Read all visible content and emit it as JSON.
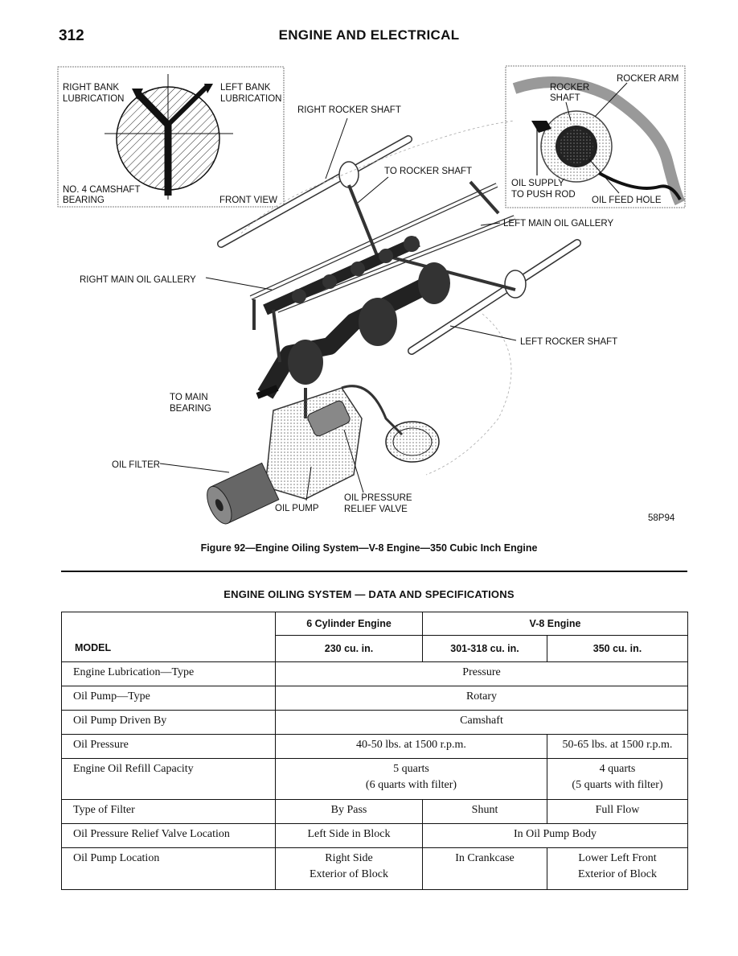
{
  "header": {
    "page_number": "312",
    "title": "ENGINE AND ELECTRICAL"
  },
  "figure": {
    "inset_left": {
      "right_bank": [
        "RIGHT BANK",
        "LUBRICATION"
      ],
      "left_bank": [
        "LEFT BANK",
        "LUBRICATION"
      ],
      "camshaft_bearing": [
        "NO. 4 CAMSHAFT",
        "BEARING"
      ],
      "front_view": "FRONT VIEW"
    },
    "inset_right": {
      "rocker_arm": "ROCKER ARM",
      "rocker_shaft": [
        "ROCKER",
        "SHAFT"
      ],
      "oil_supply": [
        "OIL SUPPLY",
        "TO PUSH ROD"
      ],
      "oil_feed_hole": "OIL FEED HOLE"
    },
    "callouts": {
      "right_rocker_shaft": "RIGHT ROCKER SHAFT",
      "to_rocker_shaft": "TO ROCKER SHAFT",
      "left_main_oil_gallery": "LEFT MAIN OIL GALLERY",
      "right_main_oil_gallery": "RIGHT MAIN OIL GALLERY",
      "left_rocker_shaft": "LEFT ROCKER SHAFT",
      "to_main_bearing": [
        "TO MAIN",
        "BEARING"
      ],
      "oil_filter": "OIL FILTER",
      "oil_pump": "OIL PUMP",
      "oil_pressure_relief_valve": [
        "OIL PRESSURE",
        "RELIEF VALVE"
      ]
    },
    "figure_id": "58P94",
    "caption": "Figure 92—Engine Oiling System—V-8 Engine—350 Cubic Inch Engine"
  },
  "table": {
    "title": "ENGINE OILING SYSTEM — DATA AND SPECIFICATIONS",
    "model_label": "MODEL",
    "six_cyl": "6 Cylinder Engine",
    "v8": "V-8 Engine",
    "displacements": [
      "230 cu. in.",
      "301-318 cu. in.",
      "350 cu. in."
    ],
    "rows": {
      "lubrication_type": {
        "label": "Engine Lubrication—Type",
        "value": "Pressure"
      },
      "pump_type": {
        "label": "Oil Pump—Type",
        "value": "Rotary"
      },
      "pump_driven_by": {
        "label": "Oil Pump Driven By",
        "value": "Camshaft"
      },
      "oil_pressure": {
        "label": "Oil Pressure",
        "a": "40-50 lbs. at 1500 r.p.m.",
        "b": "50-65 lbs. at 1500 r.p.m."
      },
      "refill_capacity": {
        "label": "Engine Oil Refill Capacity",
        "a1": "5 quarts",
        "a2": "(6 quarts with filter)",
        "b1": "4 quarts",
        "b2": "(5 quarts with filter)"
      },
      "filter_type": {
        "label": "Type of Filter",
        "c1": "By Pass",
        "c2": "Shunt",
        "c3": "Full Flow"
      },
      "relief_valve_location": {
        "label": "Oil Pressure Relief Valve Location",
        "c1": "Left Side in Block",
        "c23": "In Oil Pump Body"
      },
      "pump_location": {
        "label": "Oil Pump Location",
        "c1a": "Right Side",
        "c1b": "Exterior of Block",
        "c2": "In Crankcase",
        "c3a": "Lower Left Front",
        "c3b": "Exterior of Block"
      }
    }
  }
}
